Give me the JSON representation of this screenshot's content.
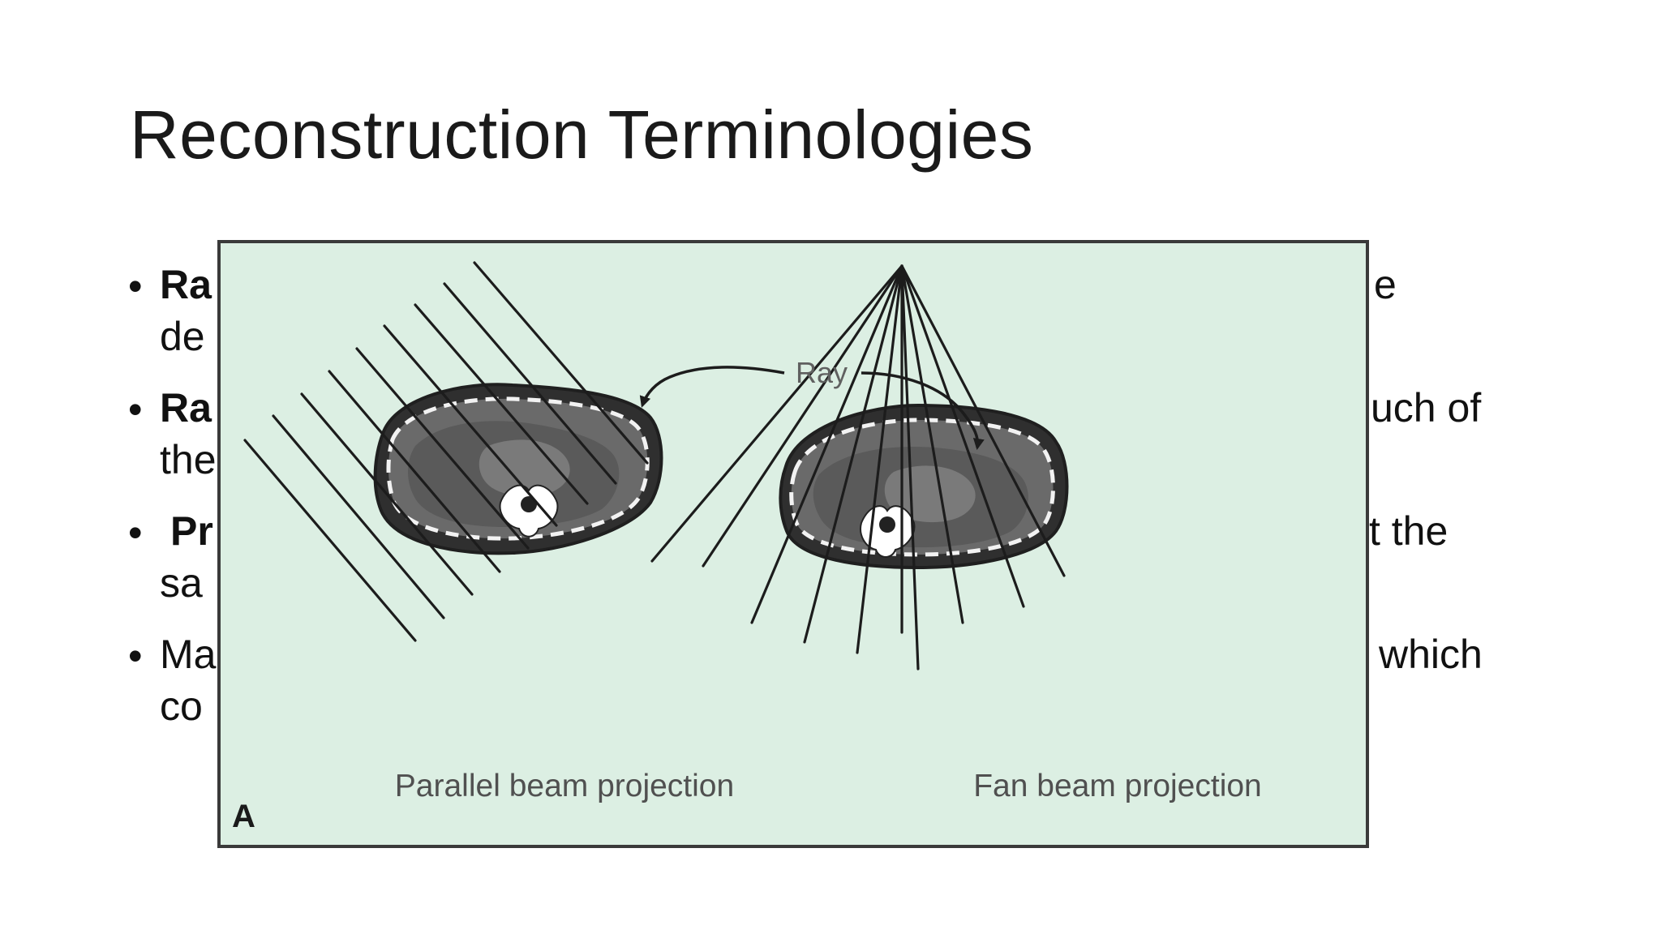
{
  "slide": {
    "title": "Reconstruction Terminologies"
  },
  "bullets": [
    {
      "dot": "•",
      "left_fragment": "Ra",
      "line2_left": "de",
      "right_fragment": "e",
      "bold_lead": true
    },
    {
      "dot": "•",
      "left_fragment": "Ra",
      "line2_left": "the",
      "right_fragment": "uch of",
      "bold_lead": true
    },
    {
      "dot": "•",
      "left_fragment": "Pr",
      "line2_left": "sa",
      "right_fragment": "t the",
      "bold_lead": true
    },
    {
      "dot": "•",
      "left_fragment": "Ma",
      "line2_left": "co",
      "right_fragment": "which",
      "bold_lead": false
    }
  ],
  "figure": {
    "ray_label": "Ray",
    "parallel_label": "Parallel beam projection",
    "fan_label": "Fan beam projection",
    "panel_letter": "A",
    "colors": {
      "background": "#dcefe3",
      "body_dark": "#2b2b2b",
      "body_mid": "#6a6a6a",
      "line": "#1c1c1c"
    }
  }
}
